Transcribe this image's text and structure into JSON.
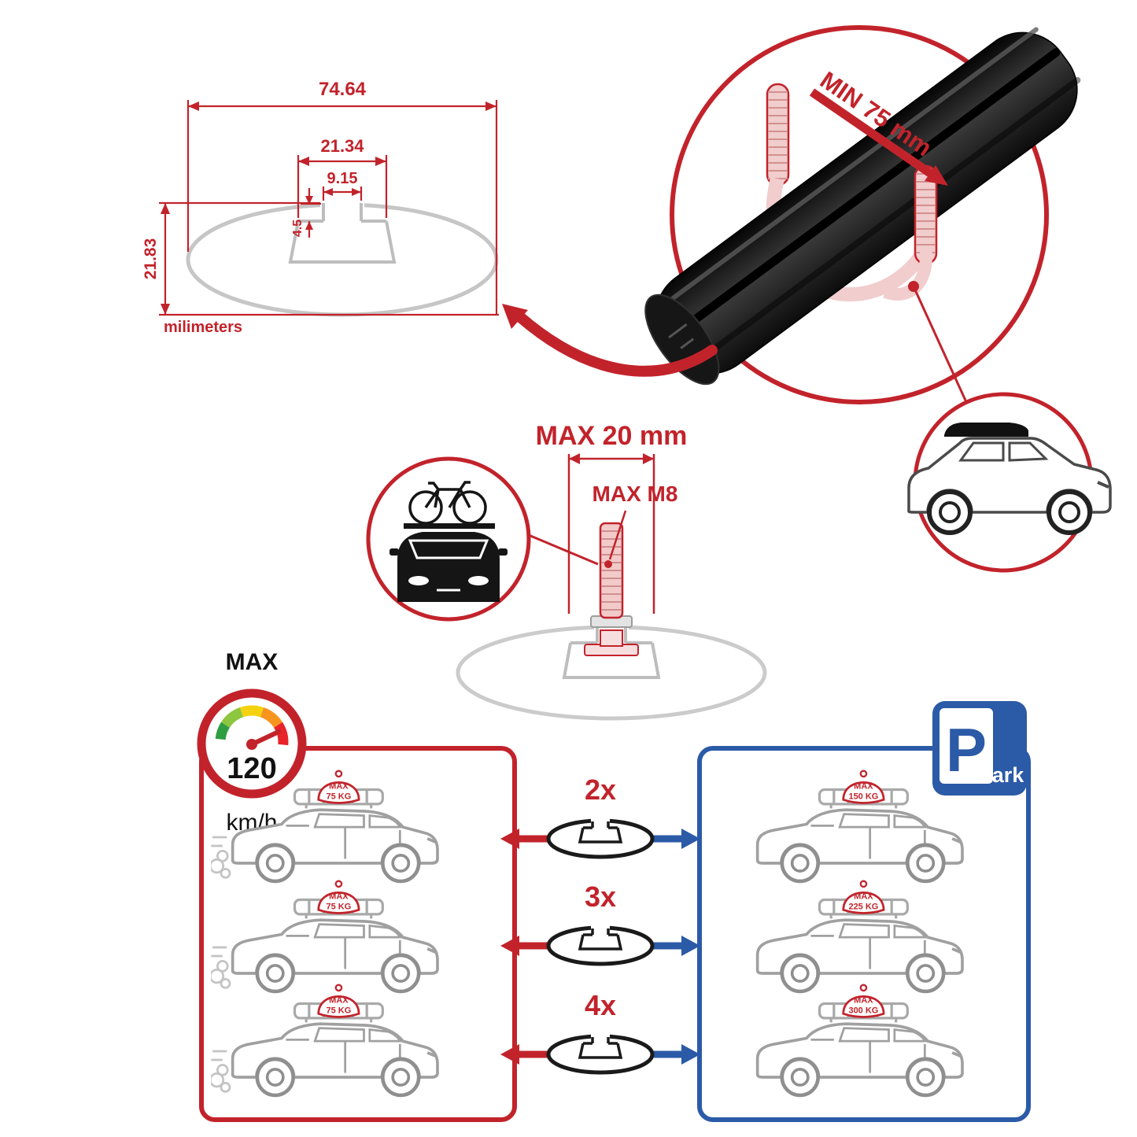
{
  "profile_dimensions": {
    "total_width": "74.64",
    "step_width": "21.34",
    "slot_width": "9.15",
    "slot_depth": "4.5",
    "total_height": "21.83",
    "unit_label": "milimeters"
  },
  "clamp_detail": {
    "min_grip": "MIN 75 mm"
  },
  "bolt_detail": {
    "max_length": "MAX 20 mm",
    "max_thread": "MAX M8"
  },
  "speed_limit": {
    "label": "MAX",
    "value": "120",
    "unit": "km/h"
  },
  "left_panel": {
    "cars": [
      {
        "badge_max": "MAX",
        "badge_load": "75 KG"
      },
      {
        "badge_max": "MAX",
        "badge_load": "75 KG"
      },
      {
        "badge_max": "MAX",
        "badge_load": "75 KG"
      }
    ]
  },
  "right_panel": {
    "cars": [
      {
        "badge_max": "MAX",
        "badge_load": "150 KG"
      },
      {
        "badge_max": "MAX",
        "badge_load": "225 KG"
      },
      {
        "badge_max": "MAX",
        "badge_load": "300 KG"
      }
    ]
  },
  "multipliers": [
    {
      "label": "2x"
    },
    {
      "label": "3x"
    },
    {
      "label": "4x"
    }
  ],
  "park_sign": {
    "letter": "P",
    "suffix": "ark"
  },
  "colors": {
    "accent_red": "#c2232b",
    "accent_blue": "#2b5aa7",
    "outline_gray": "#c6c6c6",
    "gauge_segments": [
      "#2f9e41",
      "#8dc63f",
      "#f5d20e",
      "#f7941d",
      "#e8232a"
    ]
  }
}
